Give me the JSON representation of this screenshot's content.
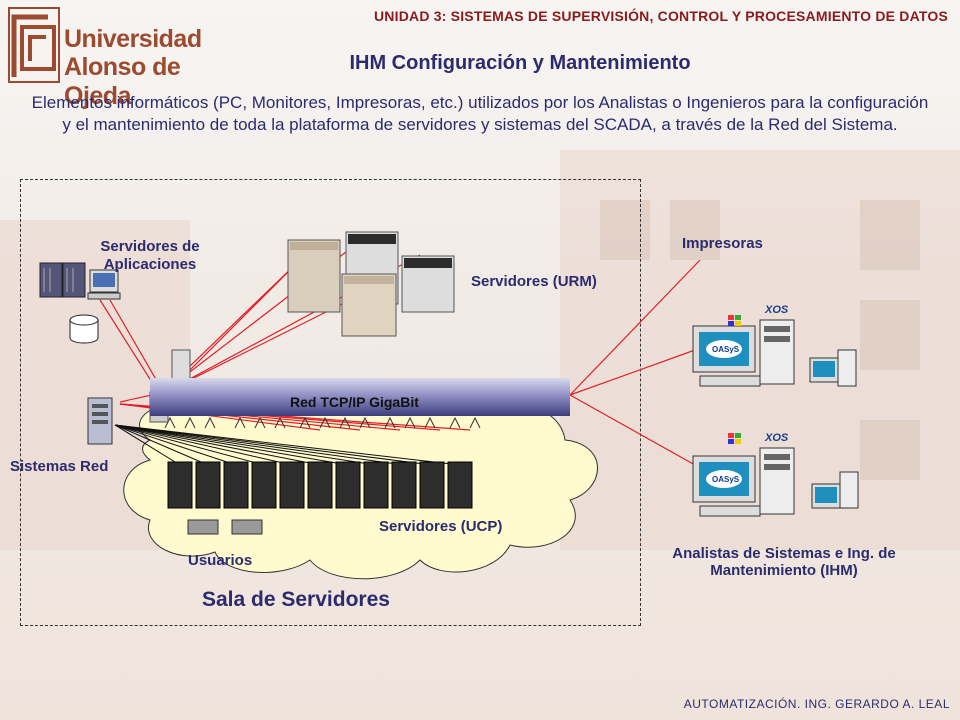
{
  "header": {
    "unit_title": "UNIDAD 3: SISTEMAS DE SUPERVISIÓN, CONTROL Y PROCESAMIENTO DE DATOS",
    "logo_line1": "Universidad",
    "logo_line2": "Alonso de Ojeda"
  },
  "slide": {
    "title": "IHM Configuración y Mantenimiento",
    "description": "Elementos informáticos (PC, Monitores, Impresoras, etc.) utilizados por los Analistas o Ingenieros para la configuración y el mantenimiento de toda la plataforma de servidores y sistemas del SCADA, a través de la Red del Sistema."
  },
  "diagram": {
    "app_servers_label": "Servidores de Aplicaciones",
    "urm_servers_label": "Servidores (URM)",
    "printers_label": "Impresoras",
    "network_label": "Red TCP/IP GigaBit",
    "network_systems_label": "Sistemas Red",
    "ucp_servers_label": "Servidores (UCP)",
    "users_label": "Usuarios",
    "server_room_label": "Sala de Servidores",
    "analysts_label": "Analistas de Sistemas e Ing. de Mantenimiento (IHM)",
    "workstation_brand": "XOS",
    "screen_brand": "OASyS"
  },
  "footer": {
    "credit": "AUTOMATIZACIÓN. ING. GERARDO A. LEAL"
  },
  "colors": {
    "title_red": "#8b1a1a",
    "text_blue": "#2b2b6e",
    "link_red": "#e0202a",
    "network_blue": "#3d3d7c",
    "logo_brown": "#9c4a30"
  }
}
